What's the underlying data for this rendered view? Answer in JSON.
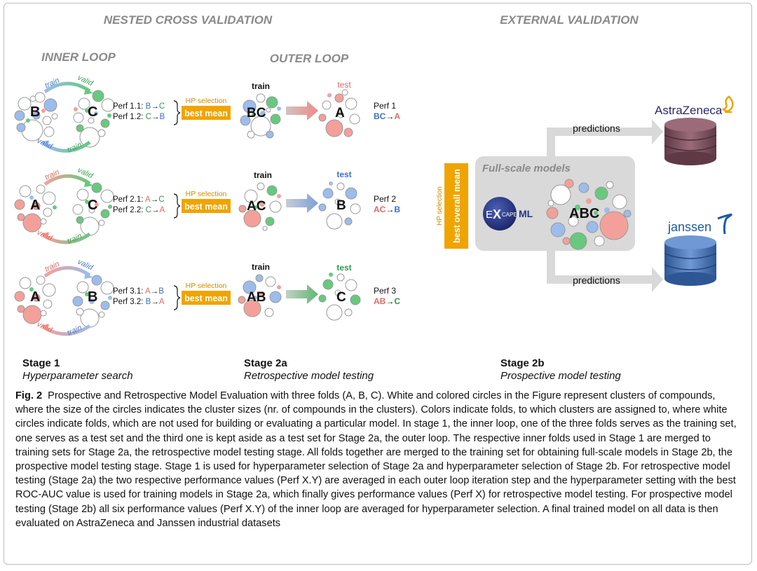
{
  "headers": {
    "nested": "NESTED CROSS VALIDATION",
    "external": "EXTERNAL VALIDATION",
    "inner": "INNER LOOP",
    "outer": "OUTER LOOP"
  },
  "words": {
    "train": "train",
    "valid": "valid",
    "test": "test",
    "hp_selection": "HP selection",
    "best_mean": "best mean",
    "best_overall_mean": "best overall mean",
    "predictions": "predictions",
    "full_scale": "Full-scale models"
  },
  "rows": [
    {
      "left": "B",
      "right": "C",
      "perf_a": "Perf 1.1:",
      "fold_a_from": "B",
      "fold_a_to": "C",
      "perf_b": "Perf 1.2:",
      "fold_b_from": "C",
      "fold_b_to": "B",
      "train_set": "BC",
      "test_set": "A",
      "perf": "Perf 1",
      "perf_from": "BC",
      "perf_to": "A"
    },
    {
      "left": "A",
      "right": "C",
      "perf_a": "Perf 2.1:",
      "fold_a_from": "A",
      "fold_a_to": "C",
      "perf_b": "Perf 2.2:",
      "fold_b_from": "C",
      "fold_b_to": "A",
      "train_set": "AC",
      "test_set": "B",
      "perf": "Perf 2",
      "perf_from": "AC",
      "perf_to": "B"
    },
    {
      "left": "A",
      "right": "B",
      "perf_a": "Perf 3.1:",
      "fold_a_from": "A",
      "fold_a_to": "B",
      "perf_b": "Perf 3.2:",
      "fold_b_from": "B",
      "fold_b_to": "A",
      "train_set": "AB",
      "test_set": "C",
      "perf": "Perf 3",
      "perf_from": "AB",
      "perf_to": "C"
    }
  ],
  "arrow_glyph": "→",
  "full_scale_set": "ABC",
  "logos": {
    "excape_ex": "E",
    "excape_x": "X",
    "excape_cape": "CAPE",
    "excape_ml": "ML",
    "astrazeneca": "AstraZeneca",
    "janssen": "janssen"
  },
  "stages": [
    {
      "title": "Stage 1",
      "subtitle": "Hyperparameter search"
    },
    {
      "title": "Stage 2a",
      "subtitle": "Retrospective model testing"
    },
    {
      "title": "Stage 2b",
      "subtitle": "Prospective model testing"
    }
  ],
  "caption": {
    "label": "Fig. 2",
    "text": "Prospective and Retrospective Model Evaluation with three folds (A, B, C). White and colored circles in the Figure represent clusters of compounds, where the size of the circles indicates the cluster sizes (nr. of compounds in the clusters). Colors indicate folds, to which clusters are assigned to, where white circles indicate folds, which are not used for building or evaluating a particular model. In stage 1, the inner loop, one of the three folds serves as the training set, one serves as a test set and the third one is kept aside as a test set for Stage 2a, the outer loop. The respective inner folds used in Stage 1 are merged to training sets for Stage 2a, the retrospective model testing stage. All folds together are merged to the training set for obtaining full-scale models in Stage 2b, the prospective model testing stage. Stage 1 is used for hyperparameter selection of Stage 2a and hyperparameter selection of Stage 2b. For retrospective model testing (Stage 2a) the two respective performance values (Perf X.Y) are averaged in each outer loop iteration step and the hyperparameter setting with the best ROC-AUC value is used for training models in Stage 2a, which finally gives performance values (Perf X) for retrospective model testing. For prospective model testing (Stage 2b) all six performance values (Perf X.Y) of the inner loop are averaged for hyperparameter selection. A final trained model on all data is then evaluated on AstraZeneca and Janssen industrial datasets"
  },
  "colors": {
    "A": "#f4a09a",
    "B": "#9cbcec",
    "C": "#66c97e",
    "orange": "#f0a400",
    "header_gray": "#8a8a8a",
    "panel_gray": "#d9d9d9",
    "excape_blue": "#27348b",
    "janssen_blue": "#1f5aa8",
    "az_text": "#2a2a6e",
    "db_maroon": "#7d4e5c",
    "db_blue": "#4b76b6"
  },
  "icons": {
    "astrazeneca": "astrazeneca-logo-icon",
    "janssen": "janssen-logo-icon",
    "database": "database-icon",
    "excape": "excape-ml-logo-icon"
  }
}
